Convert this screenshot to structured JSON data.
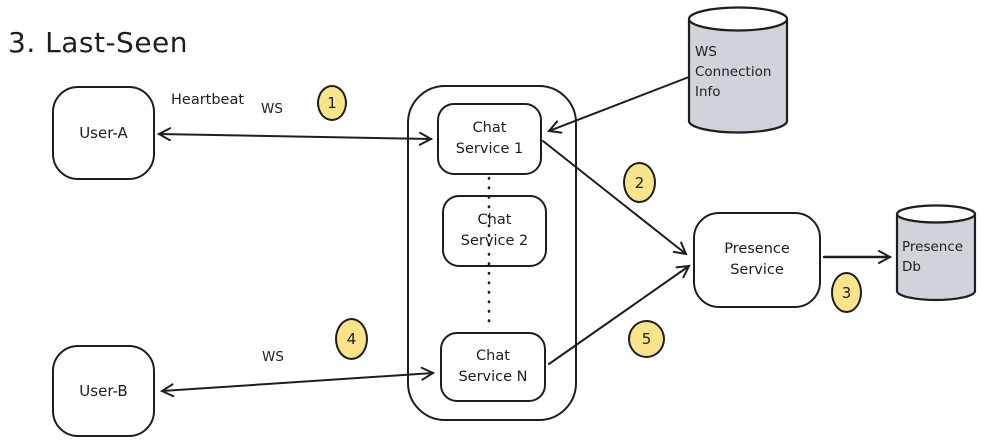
{
  "title": "3. Last-Seen",
  "colors": {
    "stroke": "#1e1e1e",
    "badge_fill": "#f9e48b",
    "cylinder_fill": "#ced4da",
    "background": "#ffffff"
  },
  "nodes": {
    "user_a": {
      "label": "User-A"
    },
    "user_b": {
      "label": "User-B"
    },
    "chat_service_1": {
      "lines": [
        "Chat",
        "Service 1"
      ]
    },
    "chat_service_2": {
      "lines": [
        "Chat",
        "Service 2"
      ]
    },
    "chat_service_n": {
      "lines": [
        "Chat",
        "Service N"
      ]
    },
    "presence_service": {
      "lines": [
        "Presence",
        "Service"
      ]
    },
    "ws_connection_info": {
      "lines": [
        "WS",
        "Connection",
        "Info"
      ]
    },
    "presence_db": {
      "lines": [
        "Presence",
        "Db"
      ]
    }
  },
  "edge_labels": {
    "heartbeat": "Heartbeat",
    "ws_top": "WS",
    "ws_bottom": "WS"
  },
  "badges": [
    "1",
    "2",
    "3",
    "4",
    "5"
  ]
}
